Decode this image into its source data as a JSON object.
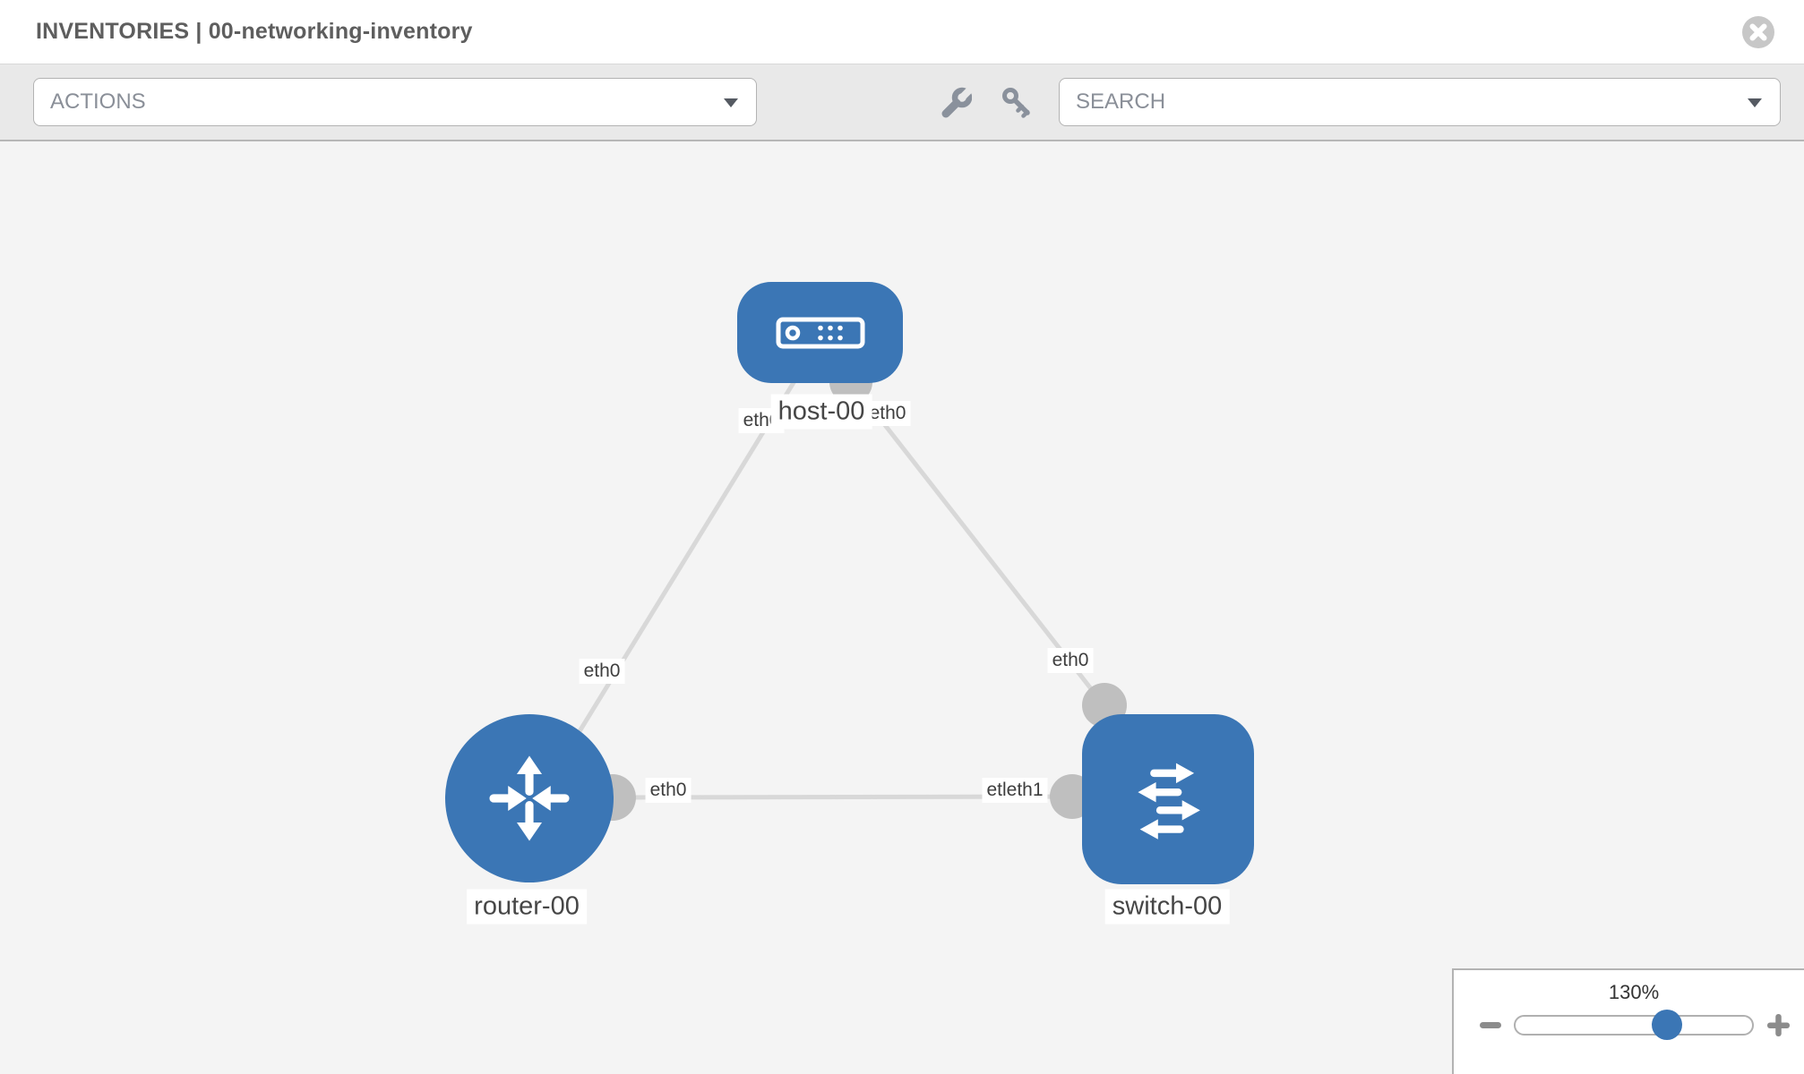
{
  "header": {
    "title": "INVENTORIES | 00-networking-inventory"
  },
  "toolbar": {
    "actions_label": "ACTIONS",
    "search_placeholder": "SEARCH"
  },
  "icons": {
    "close": "circle-x",
    "wrench": "wrench",
    "key": "key",
    "actions_caret": "triangle-down",
    "search_caret": "triangle-down",
    "zoom_out": "minus",
    "zoom_in": "plus"
  },
  "topology": {
    "nodes": [
      {
        "id": "host-00",
        "type": "host",
        "label": "host-00"
      },
      {
        "id": "router-00",
        "type": "router",
        "label": "router-00"
      },
      {
        "id": "switch-00",
        "type": "switch",
        "label": "switch-00"
      }
    ],
    "edges": [
      {
        "from": "host-00",
        "to": "router-00"
      },
      {
        "from": "host-00",
        "to": "switch-00"
      },
      {
        "from": "router-00",
        "to": "switch-00"
      }
    ],
    "interface_labels": {
      "host_left": "eth0",
      "host_right": "eth0",
      "host_router_mid": "eth0",
      "host_switch_mid": "eth0",
      "router_switch_near_router": "eth0",
      "router_switch_near_switch": "etleth1"
    }
  },
  "zoom_control": {
    "level": "130%"
  },
  "colors": {
    "node_blue": "#3b76b5",
    "edge_gray": "#d8d8d8",
    "port_gray": "#bfbfbf",
    "toolbar_bg": "#e9e9e9",
    "canvas_bg": "#f4f4f4",
    "title_gray": "#5e5e5e"
  }
}
